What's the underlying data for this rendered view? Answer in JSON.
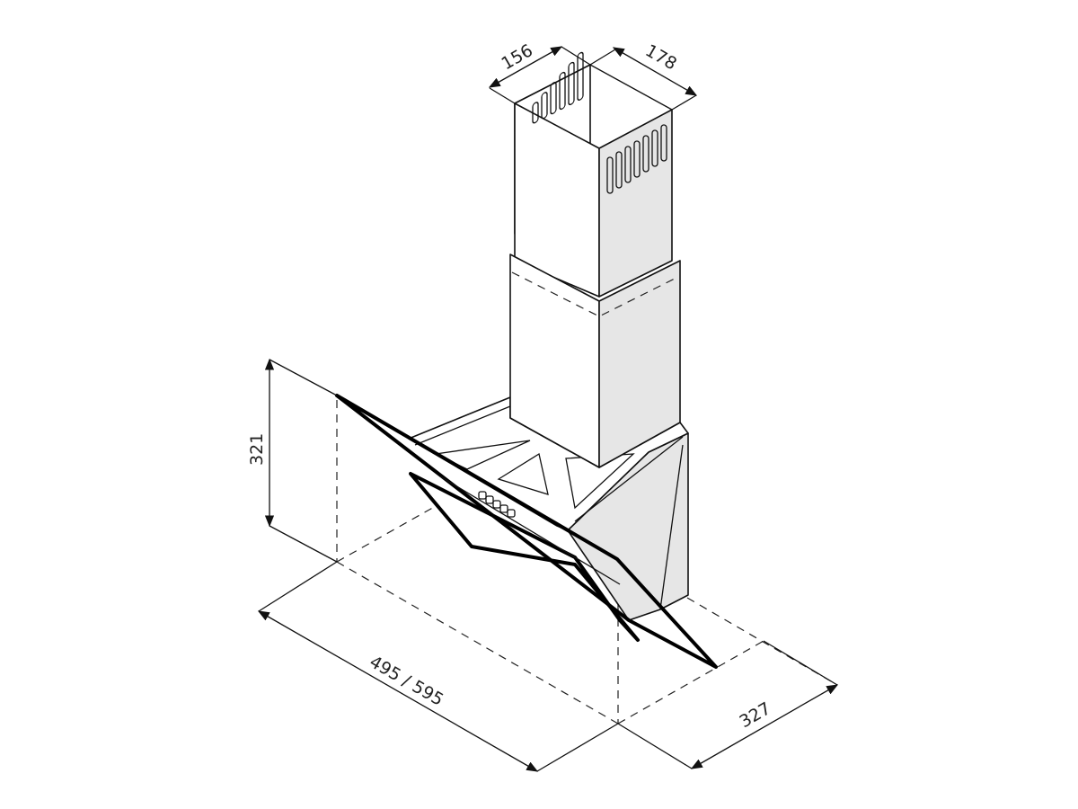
{
  "dimensions": {
    "chimney_width": "156",
    "chimney_depth": "178",
    "glass_height": "321",
    "hood_width": "495 / 595",
    "hood_depth": "327"
  },
  "colors": {
    "line": "#111111",
    "shade": "#e6e6e6",
    "background": "#ffffff"
  }
}
